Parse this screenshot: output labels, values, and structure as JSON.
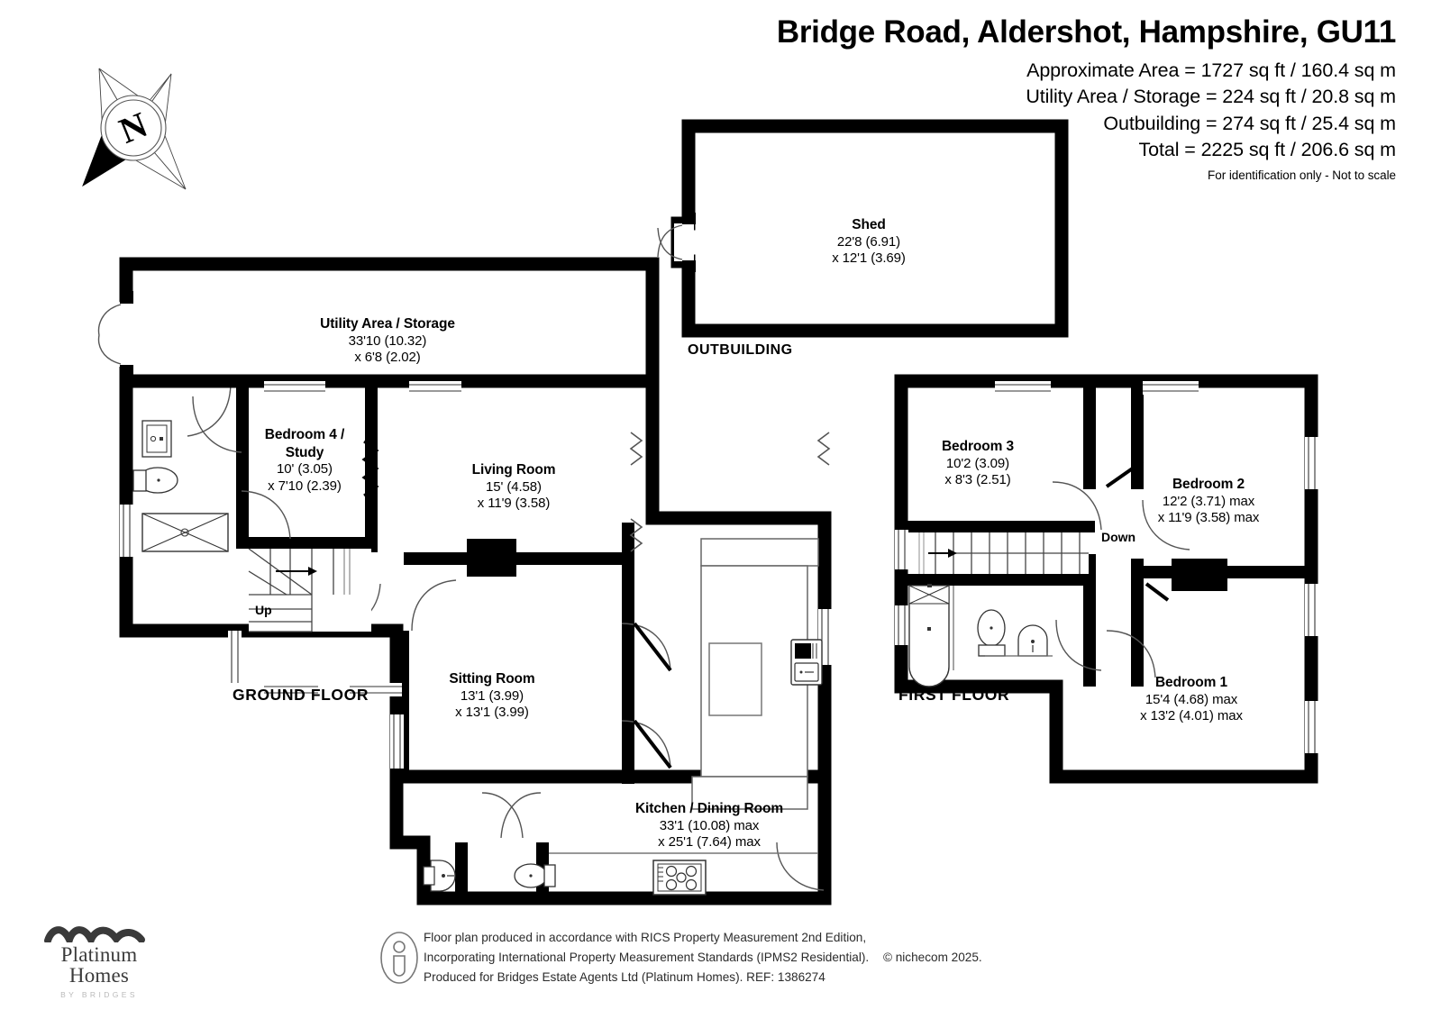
{
  "header": {
    "title": "Bridge Road, Aldershot, Hampshire, GU11",
    "areas": [
      "Approximate Area = 1727 sq ft / 160.4 sq m",
      "Utility Area / Storage = 224 sq ft / 20.8 sq m",
      "Outbuilding = 274 sq ft / 25.4 sq m",
      "Total = 2225 sq ft / 206.6 sq m"
    ],
    "notice": "For identification only - Not to scale"
  },
  "compass": {
    "label": "N",
    "icon": "compass-rose-icon"
  },
  "captions": {
    "ground_floor": "GROUND FLOOR",
    "first_floor": "FIRST FLOOR",
    "outbuilding": "OUTBUILDING"
  },
  "stairs": {
    "up": "Up",
    "down": "Down"
  },
  "rooms": {
    "shed": {
      "name": "Shed",
      "dim1": "22'8 (6.91)",
      "dim2": "x 12'1 (3.69)"
    },
    "utility": {
      "name": "Utility Area / Storage",
      "dim1": "33'10 (10.32)",
      "dim2": "x 6'8 (2.02)"
    },
    "bedroom4": {
      "name_line1": "Bedroom 4 /",
      "name_line2": "Study",
      "dim1": "10' (3.05)",
      "dim2": "x 7'10 (2.39)"
    },
    "living_room": {
      "name": "Living Room",
      "dim1": "15' (4.58)",
      "dim2": "x 11'9 (3.58)"
    },
    "sitting_room": {
      "name": "Sitting Room",
      "dim1": "13'1 (3.99)",
      "dim2": "x 13'1 (3.99)"
    },
    "kitchen": {
      "name": "Kitchen / Dining Room",
      "dim1": "33'1 (10.08) max",
      "dim2": "x 25'1 (7.64) max"
    },
    "bedroom3": {
      "name": "Bedroom 3",
      "dim1": "10'2 (3.09)",
      "dim2": "x 8'3 (2.51)"
    },
    "bedroom2": {
      "name": "Bedroom 2",
      "dim1": "12'2 (3.71) max",
      "dim2": "x 11'9 (3.58) max"
    },
    "bedroom1": {
      "name": "Bedroom 1",
      "dim1": "15'4 (4.68) max",
      "dim2": "x 13'2 (4.01) max"
    }
  },
  "footer": {
    "line1": "Floor plan produced in accordance with RICS Property Measurement 2nd Edition,",
    "line2": "Incorporating International Property Measurement Standards (IPMS2 Residential).",
    "copyright": "© nichecom 2025.",
    "line3": "Produced for Bridges Estate Agents Ltd (Platinum Homes).    REF: 1386274"
  },
  "logo": {
    "line1": "Platinum",
    "line2": "Homes",
    "sub": "BY BRIDGES"
  },
  "colors": {
    "wall": "#000000",
    "background": "#ffffff",
    "fixture_stroke": "#333333",
    "muted_text": "#2b2b2b"
  }
}
